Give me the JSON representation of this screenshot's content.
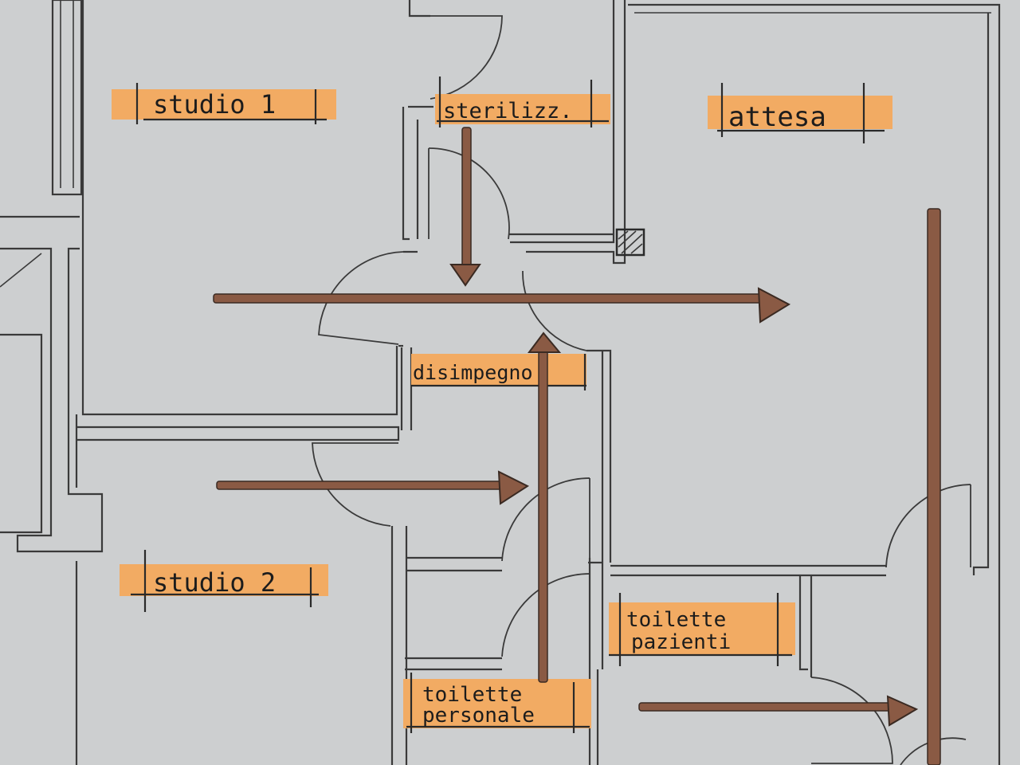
{
  "rooms": {
    "studio1": "studio 1",
    "sterilizz": "sterilizz.",
    "attesa": "attesa",
    "disimpegno": "disimpegno",
    "studio2": "studio 2",
    "toilette_pazienti_line1": "toilette",
    "toilette_pazienti_line2": "pazienti",
    "toilette_personale_line1": "toilette",
    "toilette_personale_line2": "personale"
  },
  "colors": {
    "paper": "#cdcfd0",
    "label_highlight": "#f2ab63",
    "wall_line": "#3a3a3a",
    "arrow": "#8a5a44"
  }
}
